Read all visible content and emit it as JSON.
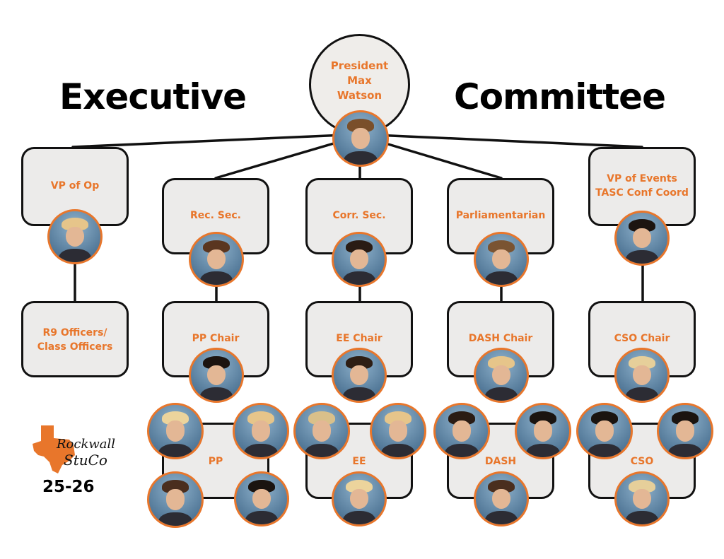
{
  "title_left": "Executive",
  "title_right": "Committee",
  "president": {
    "line1": "President",
    "line2": "Max",
    "line3": "Watson"
  },
  "roles": {
    "vp_op": "VP of Op",
    "rec_sec": "Rec. Sec.",
    "corr_sec": "Corr. Sec.",
    "parliamentarian": "Parliamentarian",
    "vp_events_line1": "VP of Events",
    "vp_events_line2": "TASC Conf Coord",
    "r9_line1": "R9 Officers/",
    "r9_line2": "Class Officers",
    "pp_chair": "PP Chair",
    "ee_chair": "EE Chair",
    "dash_chair": "DASH Chair",
    "cso_chair": "CSO Chair",
    "pp": "PP",
    "ee": "EE",
    "dash": "DASH",
    "cso": "CSO"
  },
  "logo": {
    "text_line1": "Rockwall",
    "text_line2": "StuCo",
    "year": "25-26"
  },
  "colors": {
    "accent": "#e8762b",
    "box_fill": "#ecebea",
    "outline": "#111111"
  }
}
